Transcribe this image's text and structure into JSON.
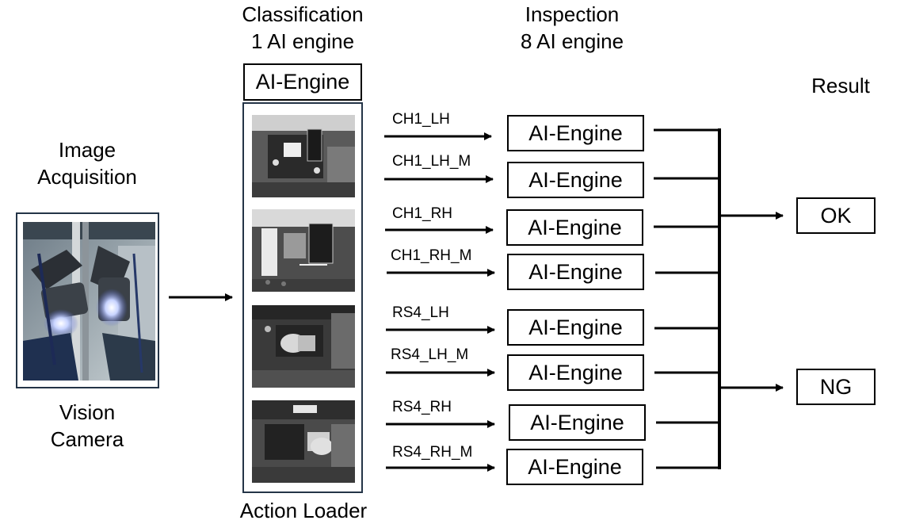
{
  "stages": {
    "acquisition": {
      "title_line1": "Image",
      "title_line2": "Acquisition",
      "caption_line1": "Vision",
      "caption_line2": "Camera"
    },
    "classification": {
      "title_line1": "Classification",
      "title_line2": "1 AI engine",
      "engine_label": "AI-Engine",
      "caption": "Action Loader"
    },
    "inspection": {
      "title_line1": "Inspection",
      "title_line2": "8 AI engine"
    },
    "result": {
      "title": "Result"
    }
  },
  "inspection_routes": [
    {
      "route": "CH1_LH",
      "engine": "AI-Engine"
    },
    {
      "route": "CH1_LH_M",
      "engine": "AI-Engine"
    },
    {
      "route": "CH1_RH",
      "engine": "AI-Engine"
    },
    {
      "route": "CH1_RH_M",
      "engine": "AI-Engine"
    },
    {
      "route": "RS4_LH",
      "engine": "AI-Engine"
    },
    {
      "route": "RS4_LH_M",
      "engine": "AI-Engine"
    },
    {
      "route": "RS4_RH",
      "engine": "AI-Engine"
    },
    {
      "route": "RS4_RH_M",
      "engine": "AI-Engine"
    }
  ],
  "results": {
    "ok": "OK",
    "ng": "NG"
  }
}
